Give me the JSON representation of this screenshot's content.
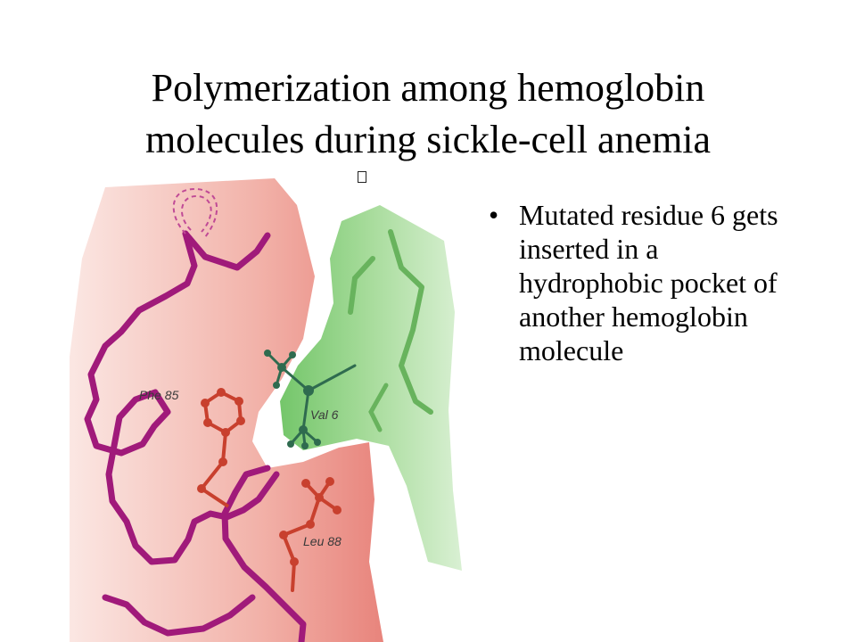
{
  "title": {
    "line1": "Polymerization among hemoglobin",
    "line2": "molecules during sickle-cell anemia"
  },
  "figure": {
    "labels": {
      "phe": "Phe 85",
      "val": "Val 6",
      "leu": "Leu 88"
    },
    "colors": {
      "red_region": "#e8847c",
      "green_region": "#74c66a",
      "backbone": "#a01a7a",
      "atom_red": "#c8402e",
      "atom_green": "#2f6b4f"
    }
  },
  "bullets": [
    {
      "symbol": "•",
      "text": "Mutated residue 6 gets inserted in a hydrophobic pocket of another hemoglobin molecule"
    }
  ]
}
